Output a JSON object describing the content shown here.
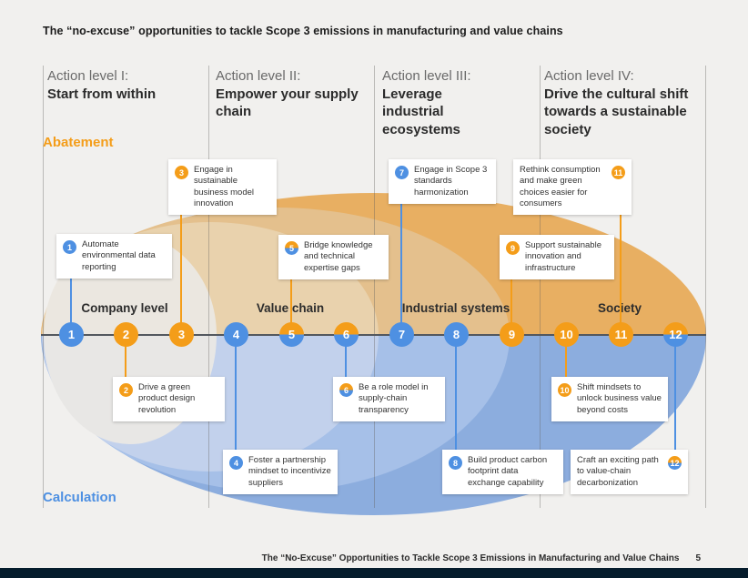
{
  "page": {
    "title": "The “no-excuse” opportunities to tackle Scope 3 emissions in manufacturing and value chains",
    "footer_title": "The “No-Excuse” Opportunities to Tackle Scope 3 Emissions in Manufacturing and Value Chains",
    "page_number": "5"
  },
  "action_levels": [
    {
      "label": "Action level I:",
      "title": "Start from within"
    },
    {
      "label": "Action level II:",
      "title": "Empower your supply chain"
    },
    {
      "label": "Action level III:",
      "title": "Leverage industrial ecosystems"
    },
    {
      "label": "Action level IV:",
      "title": "Drive the cultural shift towards a sustainable society"
    }
  ],
  "diagram": {
    "abatement_label": "Abatement",
    "calculation_label": "Calculation",
    "segment_labels": [
      "Company level",
      "Value chain",
      "Industrial systems",
      "Society"
    ],
    "colors": {
      "abatement_orange": "#f49d19",
      "calculation_blue": "#4e90e2",
      "society_orange": "#e8af62",
      "industrial_orange": "#e4c08d",
      "valuechain_orange": "#e9d2ad",
      "company_gray": "#ebe7e0",
      "society_blue": "#8cadde",
      "industrial_blue": "#a6c0e8",
      "valuechain_blue": "#c2d1ec",
      "company_blue_gray": "#e8e7e5"
    },
    "items": [
      {
        "num": "1",
        "badge": "blue",
        "text": "Automate environmental data reporting"
      },
      {
        "num": "2",
        "badge": "orange",
        "text": "Drive a green product design revolution"
      },
      {
        "num": "3",
        "badge": "orange",
        "text": "Engage in sustainable business model innovation"
      },
      {
        "num": "4",
        "badge": "blue",
        "text": "Foster a partnership mindset to incentivize suppliers"
      },
      {
        "num": "5",
        "badge": "split",
        "text": "Bridge knowledge and technical expertise gaps"
      },
      {
        "num": "6",
        "badge": "split",
        "text": "Be a role model in supply-chain transparency"
      },
      {
        "num": "7",
        "badge": "blue",
        "text": "Engage in Scope 3 standards harmonization"
      },
      {
        "num": "8",
        "badge": "blue",
        "text": "Build product carbon footprint data exchange capability"
      },
      {
        "num": "9",
        "badge": "orange",
        "text": "Support sustainable innovation and infrastructure"
      },
      {
        "num": "10",
        "badge": "orange",
        "text": "Shift mindsets to unlock business value beyond costs"
      },
      {
        "num": "11",
        "badge": "orange",
        "text": "Rethink consumption and make green choices easier for consumers"
      },
      {
        "num": "12",
        "badge": "split",
        "text": "Craft an exciting path to value-chain decarbonization"
      }
    ]
  }
}
